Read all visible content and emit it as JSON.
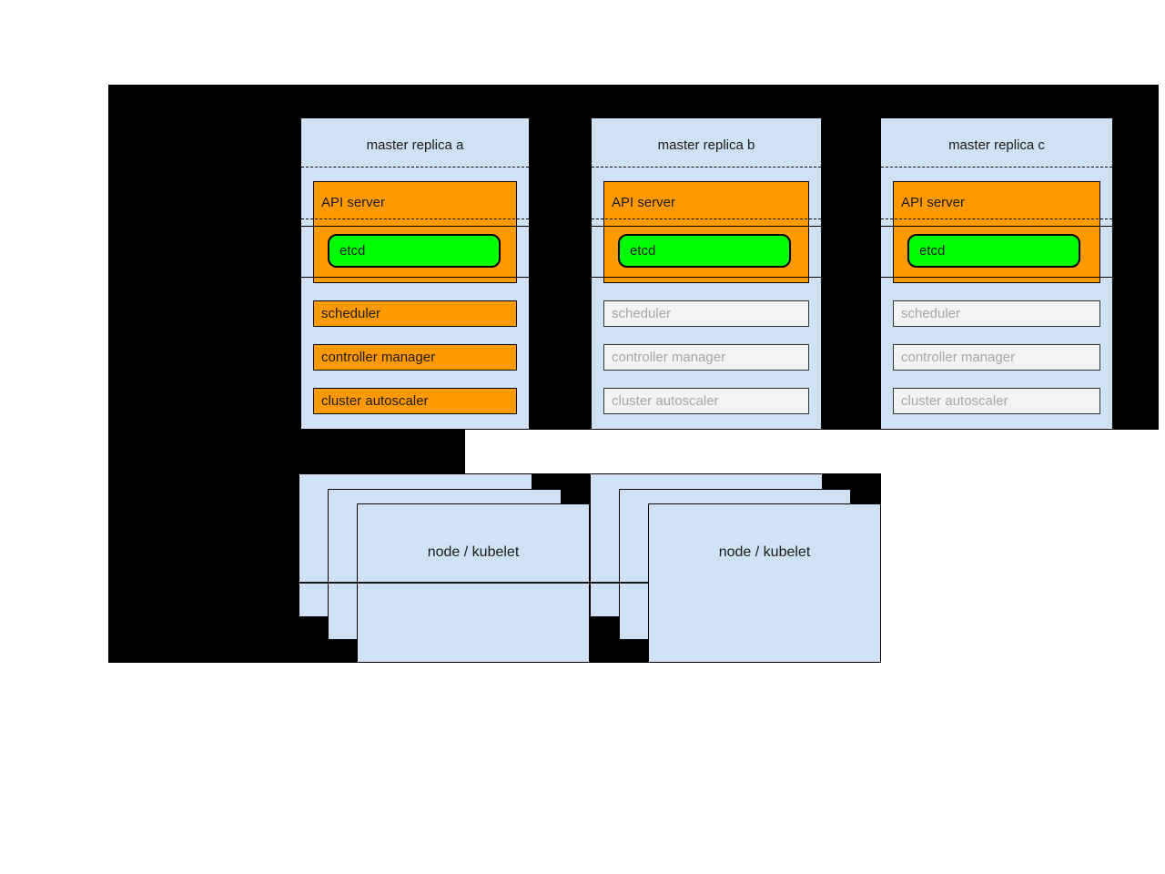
{
  "colors": {
    "backdrop_black": "#000000",
    "panel_blue": "#cfe2f3",
    "active_orange": "#ff9900",
    "etcd_green": "#00ff00",
    "inactive_fill": "#f3f3f3",
    "inactive_text": "#a6a6a6"
  },
  "masters": [
    {
      "title": "master replica a",
      "api_server": "API server",
      "etcd": "etcd",
      "components": [
        "scheduler",
        "controller manager",
        "cluster autoscaler"
      ],
      "state": "active"
    },
    {
      "title": "master replica b",
      "api_server": "API server",
      "etcd": "etcd",
      "components": [
        "scheduler",
        "controller manager",
        "cluster autoscaler"
      ],
      "state": "inactive-components"
    },
    {
      "title": "master replica c",
      "api_server": "API server",
      "etcd": "etcd",
      "components": [
        "scheduler",
        "controller manager",
        "cluster autoscaler"
      ],
      "state": "inactive-components"
    }
  ],
  "nodes": [
    {
      "title": "node / kubelet"
    },
    {
      "title": "node / kubelet"
    }
  ]
}
